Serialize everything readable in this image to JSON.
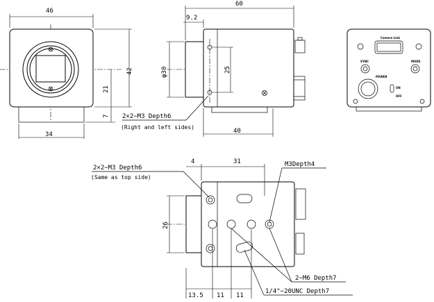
{
  "dimensions": {
    "front_width": "46",
    "front_height": "42",
    "front_center_height": "21",
    "front_base": "7",
    "front_bottom_width": "34",
    "side_length": "60",
    "side_flange": "9.2",
    "side_diameter": "φ30",
    "side_hole_spacing": "25",
    "side_body": "40",
    "bottom_left": "4",
    "bottom_span": "31",
    "bottom_height": "26",
    "bottom_offset": "13.5",
    "bottom_pitch_1": "11",
    "bottom_pitch_2": "11"
  },
  "notes": {
    "side_holes": "2×2−M3 Depth6",
    "side_holes_sub": "(Right and left sides)",
    "bottom_holes": "2×2−M3 Depth6",
    "bottom_holes_sub": "(Same as top side)",
    "m3_hole": "M3Depth4",
    "m6_holes": "2−M6 Depth7",
    "unc_hole": "1/4\"−20UNC Depth7"
  },
  "rear_panel": {
    "camera_link": "Camera Link",
    "power": "POWER",
    "left_switch": "SYNC",
    "right_switch": "MODE",
    "switch_on": "ON",
    "switch_off": "OFF"
  }
}
